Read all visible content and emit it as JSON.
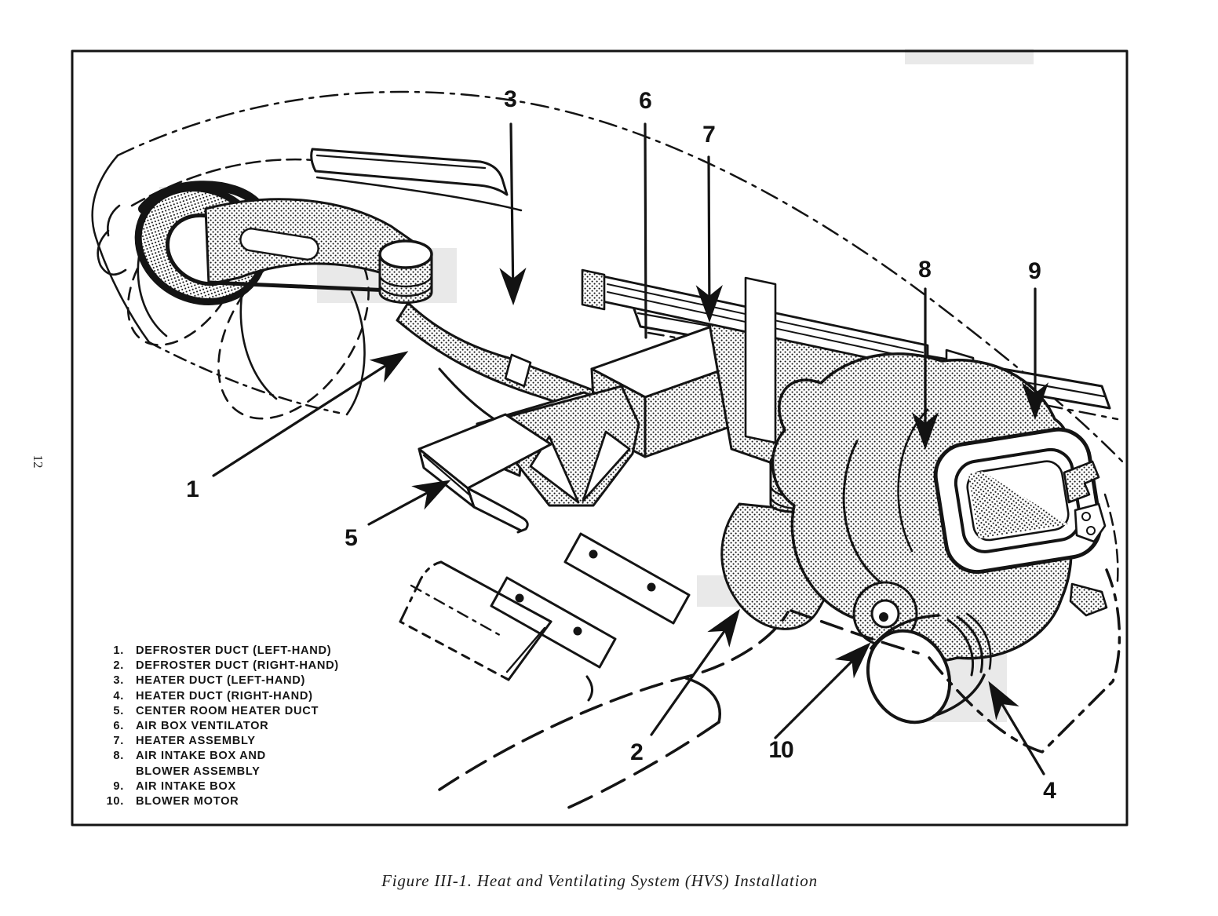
{
  "figure": {
    "page_number": "12",
    "caption": "Figure III-1. Heat and Ventilating System (HVS) Installation"
  },
  "legend": {
    "items": [
      {
        "num": "1.",
        "label": "DEFROSTER DUCT (LEFT-HAND)"
      },
      {
        "num": "2.",
        "label": "DEFROSTER DUCT (RIGHT-HAND)"
      },
      {
        "num": "3.",
        "label": "HEATER DUCT (LEFT-HAND)"
      },
      {
        "num": "4.",
        "label": "HEATER DUCT (RIGHT-HAND)"
      },
      {
        "num": "5.",
        "label": "CENTER ROOM HEATER DUCT"
      },
      {
        "num": "6.",
        "label": "AIR BOX VENTILATOR"
      },
      {
        "num": "7.",
        "label": "HEATER ASSEMBLY"
      },
      {
        "num": "8.",
        "label": "AIR INTAKE BOX AND\nBLOWER ASSEMBLY"
      },
      {
        "num": "9.",
        "label": "AIR INTAKE BOX"
      },
      {
        "num": "10.",
        "label": "BLOWER MOTOR"
      }
    ]
  },
  "callouts": [
    "1",
    "2",
    "3",
    "4",
    "5",
    "6",
    "7",
    "8",
    "9",
    "10"
  ]
}
